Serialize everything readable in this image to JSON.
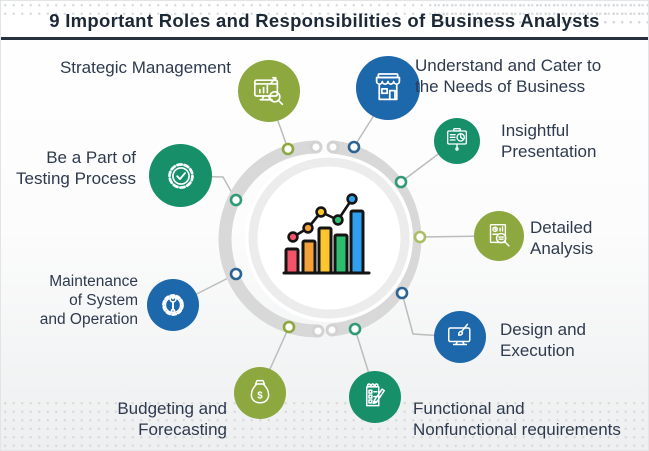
{
  "title": "9 Important Roles and Responsibilities of Business Analysts",
  "center": {
    "icon": "growth-bar-chart-icon",
    "bar_colors": [
      "#f4536a",
      "#f6a03b",
      "#fec62e",
      "#2dbd6e",
      "#2f9ff0"
    ]
  },
  "colors": {
    "olive": "#8ca83e",
    "blue": "#1d67ab",
    "green": "#17906a",
    "ring_gray": "#d8d8d8",
    "inner_ring_gray": "#ececec",
    "connector_gray": "#bcbcbc",
    "label_text": "#2e3a4e",
    "title_text": "#1d2836"
  },
  "items": [
    {
      "label": "Strategic Management",
      "icon": "monitor-chart-search-icon",
      "color": "#8ca83e"
    },
    {
      "label": "Understand and Cater to\nthe Needs of Business",
      "icon": "storefront-icon",
      "color": "#1d67ab"
    },
    {
      "label": "Insightful\nPresentation",
      "icon": "presentation-pie-icon",
      "color": "#17906a"
    },
    {
      "label": "Detailed\nAnalysis",
      "icon": "document-magnifier-icon",
      "color": "#8ca83e"
    },
    {
      "label": "Design and\nExecution",
      "icon": "monitor-brush-icon",
      "color": "#1d67ab"
    },
    {
      "label": "Functional and\nNonfunctional requirements",
      "icon": "checklist-pencil-icon",
      "color": "#17906a"
    },
    {
      "label": "Budgeting and\nForecasting",
      "icon": "money-bag-icon",
      "color": "#8ca83e"
    },
    {
      "label": "Maintenance\nof System\nand Operation",
      "icon": "gear-wrench-icon",
      "color": "#1d67ab"
    },
    {
      "label": "Be a Part of\nTesting Process",
      "icon": "gear-check-icon",
      "color": "#17906a"
    }
  ]
}
